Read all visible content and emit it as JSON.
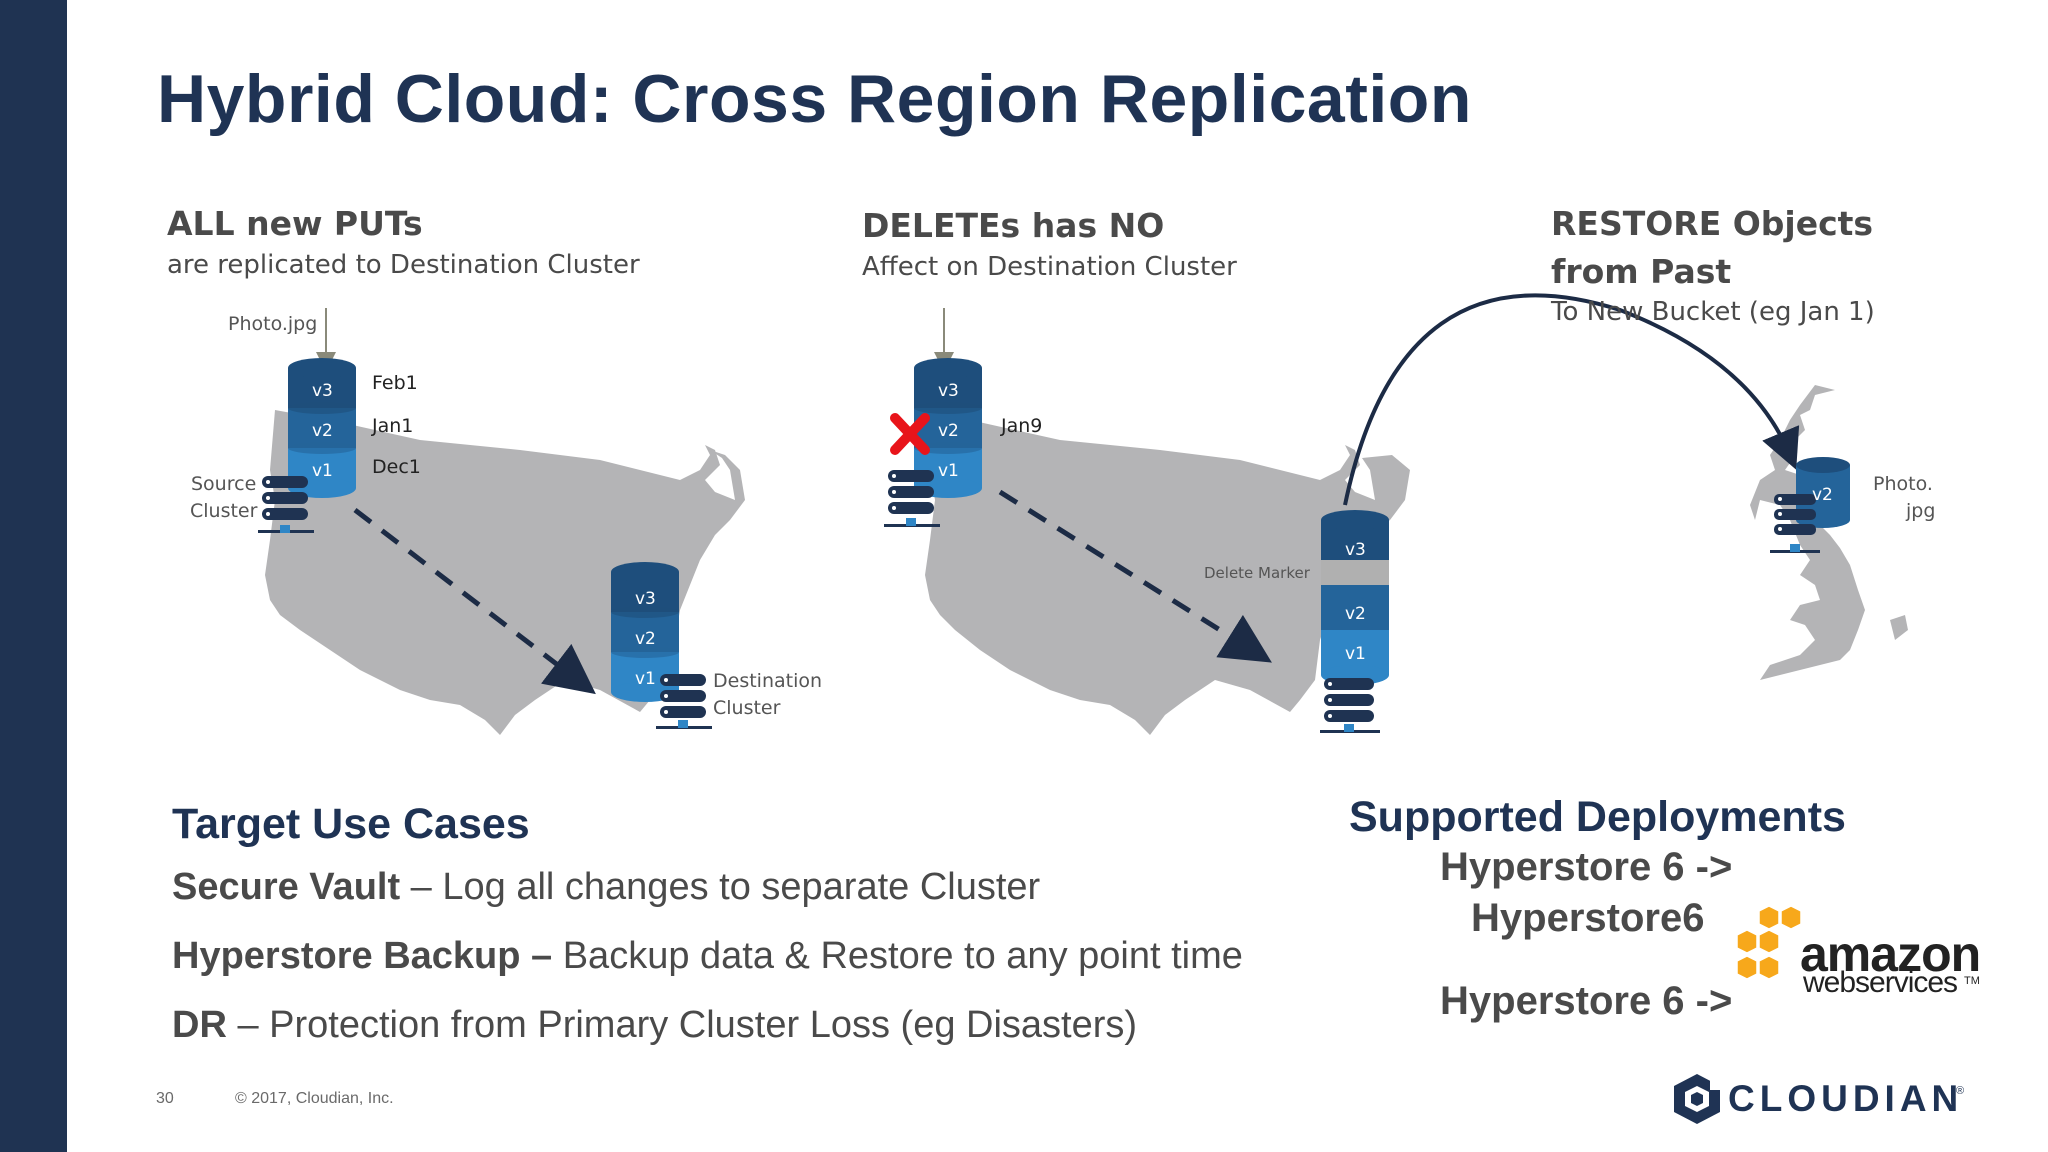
{
  "slide": {
    "title": "Hybrid Cloud: Cross Region Replication",
    "accent_color": "#1f3352"
  },
  "panels": {
    "puts": {
      "heading": "ALL new PUTs",
      "subheading": "are replicated to Destination Cluster",
      "file_label": "Photo.jpg",
      "source_cluster_label_1": "Source",
      "source_cluster_label_2": "Cluster",
      "dest_cluster_label_1": "Destination",
      "dest_cluster_label_2": "Cluster",
      "source_versions": [
        "v3",
        "v2",
        "v1"
      ],
      "source_dates": [
        "Feb1",
        "Jan1",
        "Dec1"
      ],
      "dest_versions": [
        "v3",
        "v2",
        "v1"
      ]
    },
    "deletes": {
      "heading": "DELETEs has NO",
      "subheading": "Affect on Destination Cluster",
      "source_versions": [
        "v3",
        "v2",
        "v1"
      ],
      "deleted_date": "Jan9",
      "delete_marker_label": "Delete Marker",
      "dest_versions": [
        "v3",
        "v2",
        "v1"
      ]
    },
    "restore": {
      "heading_1": "RESTORE Objects",
      "heading_2": "from Past",
      "subheading": "To New Bucket (eg Jan 1)",
      "restored_version": "v2",
      "file_label_1": "Photo.",
      "file_label_2": "jpg"
    }
  },
  "use_cases": {
    "title": "Target Use Cases",
    "items": [
      {
        "bold": "Secure Vault",
        "rest": " – Log all changes to separate Cluster"
      },
      {
        "bold": "Hyperstore Backup –",
        "rest": " Backup data & Restore to any point time"
      },
      {
        "bold": "DR",
        "rest": " – Protection from Primary Cluster Loss (eg Disasters)"
      }
    ]
  },
  "deployments": {
    "title": "Supported Deployments",
    "line1": "Hyperstore 6 ->",
    "line2": "Hyperstore6",
    "line3": "Hyperstore 6 ->",
    "aws_word": "amazon",
    "aws_sub": "webservices",
    "aws_tm": "TM"
  },
  "footer": {
    "page_number": "30",
    "copyright": "© 2017, Cloudian, Inc.",
    "logo_text": "CLOUDIAN",
    "logo_mark": "®"
  },
  "colors": {
    "cyl_top": "#1e4e7c",
    "cyl_mid": "#24649a",
    "cyl_low": "#2f86c6",
    "map_gray": "#b4b4b6",
    "arrow_navy": "#1c2b45",
    "x_red": "#e8141a",
    "aws_orange": "#f7a81b"
  }
}
